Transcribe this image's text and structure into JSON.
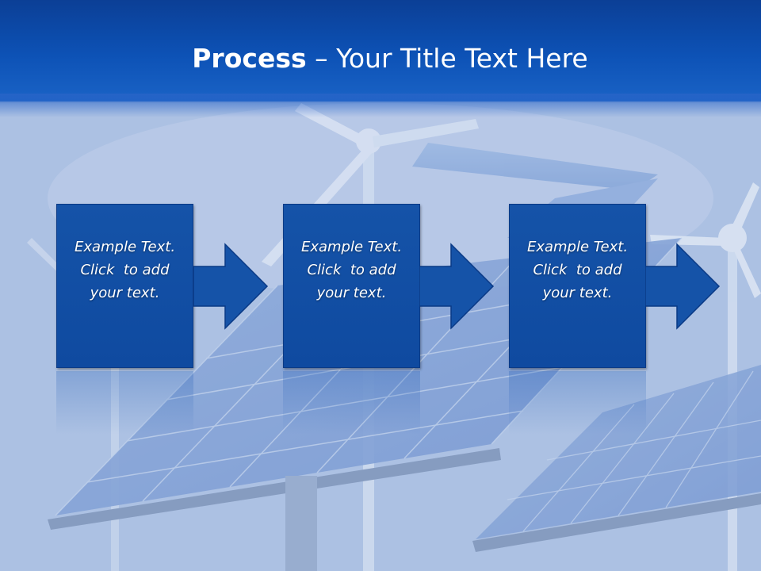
{
  "slide": {
    "title_bold": "Process",
    "title_rest": " – Your Title Text Here"
  },
  "steps": [
    {
      "line1": "Example Text.",
      "line2": "Click  to add",
      "line3": "your text."
    },
    {
      "line1": "Example Text.",
      "line2": "Click  to add",
      "line3": "your text."
    },
    {
      "line1": "Example Text.",
      "line2": "Click  to add",
      "line3": "your text."
    }
  ],
  "colors": {
    "header": "#0d52b6",
    "box": "#1553a8",
    "arrow": "#1553a8",
    "text": "#ffffff"
  },
  "icons": {
    "arrow": "right-arrow-icon"
  }
}
